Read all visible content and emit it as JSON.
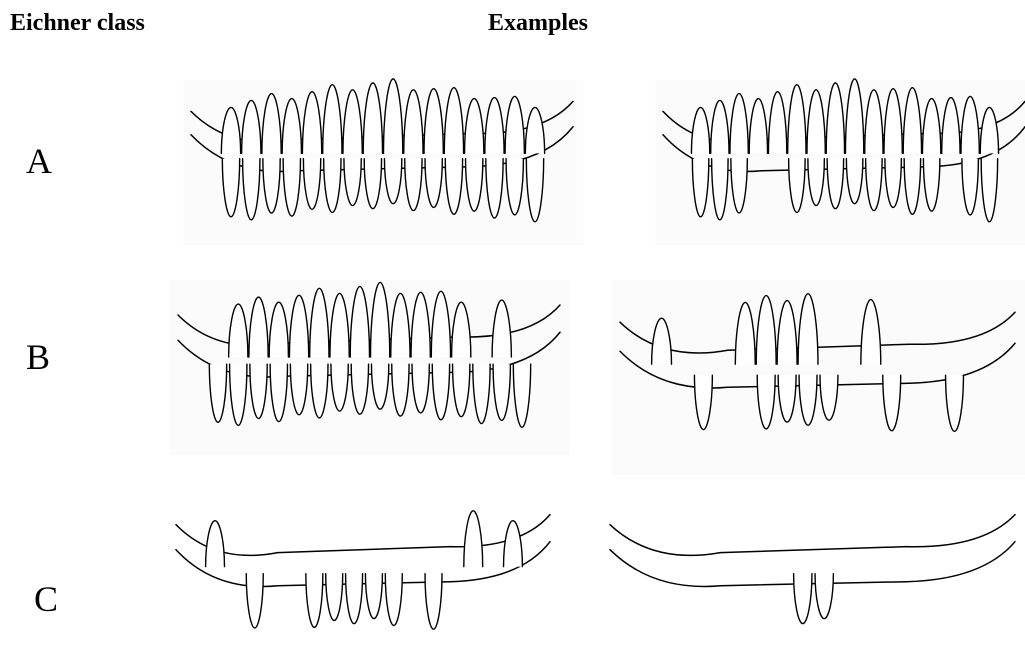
{
  "headers": {
    "eichner_class": "Eichner class",
    "examples": "Examples"
  },
  "classes": [
    {
      "label": "A"
    },
    {
      "label": "B"
    },
    {
      "label": "C"
    }
  ],
  "panels": {
    "a1": {
      "upper": [
        1,
        1,
        1,
        1,
        1,
        1,
        1,
        1,
        1,
        1,
        1,
        1,
        1,
        1,
        1,
        1
      ],
      "lower": [
        1,
        1,
        1,
        1,
        1,
        1,
        1,
        1,
        1,
        1,
        1,
        1,
        1,
        1,
        1,
        1
      ]
    },
    "a2": {
      "upper": [
        1,
        1,
        1,
        1,
        1,
        1,
        1,
        1,
        1,
        1,
        1,
        1,
        1,
        1,
        1,
        1
      ],
      "lower": [
        1,
        1,
        1,
        0,
        0,
        1,
        1,
        1,
        1,
        1,
        1,
        1,
        1,
        0,
        1,
        1
      ]
    },
    "b1": {
      "upper": [
        0,
        1,
        1,
        1,
        1,
        1,
        1,
        1,
        1,
        1,
        1,
        1,
        1,
        0,
        1,
        0
      ],
      "lower": [
        1,
        1,
        1,
        1,
        1,
        1,
        1,
        1,
        1,
        1,
        1,
        1,
        1,
        1,
        1,
        1
      ]
    },
    "b2": {
      "upper": [
        1,
        0,
        0,
        0,
        1,
        1,
        1,
        1,
        0,
        0,
        1,
        0,
        0,
        0,
        0,
        0
      ],
      "lower": [
        0,
        0,
        1,
        0,
        0,
        1,
        1,
        1,
        1,
        0,
        0,
        1,
        0,
        0,
        1,
        0
      ]
    },
    "c1": {
      "upper": [
        1,
        0,
        0,
        0,
        0,
        0,
        0,
        0,
        0,
        0,
        0,
        0,
        0,
        1,
        0,
        1
      ],
      "lower": [
        0,
        0,
        1,
        0,
        0,
        1,
        1,
        1,
        1,
        1,
        0,
        1,
        0,
        0,
        0,
        0
      ]
    },
    "c2": {
      "upper": [
        0,
        0,
        0,
        0,
        0,
        0,
        0,
        0,
        0,
        0,
        0,
        0,
        0,
        0,
        0,
        0
      ],
      "lower": [
        0,
        0,
        0,
        0,
        0,
        0,
        0,
        1,
        1,
        0,
        0,
        0,
        0,
        0,
        0,
        0
      ]
    }
  }
}
